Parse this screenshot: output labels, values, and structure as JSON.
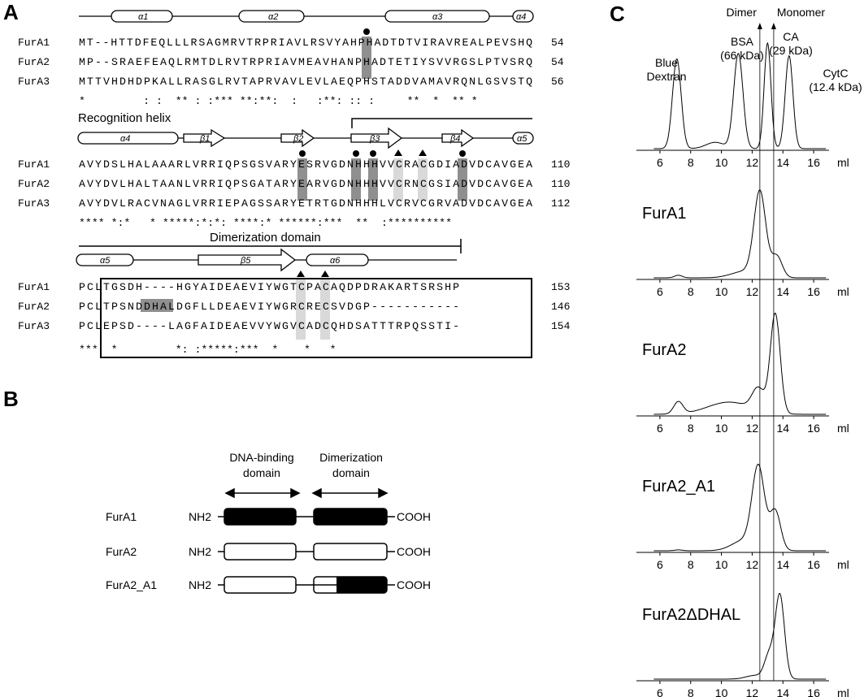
{
  "panels": {
    "a": "A",
    "b": "B",
    "c": "C"
  },
  "alignment": {
    "blocks": [
      {
        "ss": [
          "α1",
          "α2",
          "α3",
          "α4"
        ],
        "rows": [
          {
            "name": "FurA1",
            "seq": "MT--HTTDFEQLLLRSAGMRVTRPRIAVLRSVYAHPHADTDTVIRAVREALPEVSHQ",
            "num": "54"
          },
          {
            "name": "FurA2",
            "seq": "MP--SRAEFEAQLRMTDLRVTRPRIAVMEAVHANPHADTETIYSVVRGSLPTVSRQ",
            "num": "54"
          },
          {
            "name": "FurA3",
            "seq": "MTTVHDHDPKALLRASGLRVTAPRVAVLEVLAEQPHSTADDVAMAVRQNLGSVSTQ",
            "num": "56"
          }
        ],
        "cons": "*         : :  ** : :*** **:**:  :   :**: :: :     **  *  ** *"
      },
      {
        "label": "Recognition helix",
        "ss": [
          "α4",
          "β1",
          "β2",
          "β3",
          "β4",
          "α5"
        ],
        "rows": [
          {
            "name": "FurA1",
            "seq": "AVYDSLHALAAARLVRRIQPSGSVARYESRVGDNHHHVVCRACGDIADVDCAVGEA",
            "num": "110"
          },
          {
            "name": "FurA2",
            "seq": "AVYDVLHALTAANLVRRIQPSGATARYEARVGDNHHHVVCRNCGSIADVDCAVGEA",
            "num": "110"
          },
          {
            "name": "FurA3",
            "seq": "AVYDVLRACVNAGLVRRIEPAGSSARYETRTGDNHHHLVCRVCGRVADVDCAVGEA",
            "num": "112"
          }
        ],
        "cons": "**** *:*   * *****:*:*: ****:* ******:***  **  :**********"
      },
      {
        "label": "Dimerization domain",
        "ss": [
          "α5",
          "β5",
          "α6"
        ],
        "rows": [
          {
            "name": "FurA1",
            "seq": "PCLTGSDH----HGYAIDEAEVIYWGTCPACAQDPDRAKARTSRSHP",
            "num": "153"
          },
          {
            "name": "FurA2",
            "seq": "PCLTPSNDDHALDGFLLDEAEVIYWGRCRECSVDGP-----------",
            "num": "146"
          },
          {
            "name": "FurA3",
            "seq": "PCLEPSD----LAGFAIDEAEVVYWGVCADCQHDSATTTRPQSSTI-",
            "num": "154"
          }
        ],
        "cons": "***  *         *: :*****:***  *    *   *"
      }
    ]
  },
  "domains": {
    "headers": [
      "DNA-binding\ndomain",
      "Dimerization\ndomain"
    ],
    "h1a": "DNA-binding",
    "h1b": "domain",
    "h2a": "Dimerization",
    "h2b": "domain",
    "nterm": "NH2",
    "cterm": "COOH",
    "constructs": [
      "FurA1",
      "FurA2",
      "FurA2_A1"
    ]
  },
  "chart_data": {
    "type": "line",
    "xlabel": "ml",
    "xlim": [
      5,
      17
    ],
    "xticks": [
      6,
      8,
      10,
      12,
      14,
      16
    ],
    "markers": [
      {
        "name": "Dimer",
        "x": 12.5
      },
      {
        "name": "Monomer",
        "x": 13.4
      }
    ],
    "standards": [
      {
        "name": "Blue\nDextran",
        "l1": "Blue",
        "l2": "Dextran",
        "x": 7.1
      },
      {
        "name": "BSA\n(66 kDa)",
        "l1": "BSA",
        "l2": "(66 kDa)",
        "x": 11.1
      },
      {
        "name": "CA\n(29 kDa)",
        "l1": "CA",
        "l2": "(29 kDa)",
        "x": 13.0
      },
      {
        "name": "CytC\n(12.4 kDa)",
        "l1": "CytC",
        "l2": "(12.4 kDa)",
        "x": 14.4
      }
    ],
    "panels": [
      {
        "title": "",
        "peaks": [
          [
            7.1,
            0.85,
            0.28
          ],
          [
            9.6,
            0.06,
            0.6
          ],
          [
            11.1,
            0.9,
            0.3
          ],
          [
            13.0,
            1.0,
            0.22
          ],
          [
            14.4,
            0.88,
            0.25
          ]
        ]
      },
      {
        "title": "FurA1",
        "peaks": [
          [
            7.2,
            0.03,
            0.25
          ],
          [
            11.6,
            0.08,
            0.9
          ],
          [
            12.5,
            0.98,
            0.38
          ],
          [
            13.6,
            0.25,
            0.35
          ]
        ]
      },
      {
        "title": "FurA2",
        "peaks": [
          [
            7.2,
            0.12,
            0.3
          ],
          [
            10.5,
            0.12,
            1.4
          ],
          [
            12.4,
            0.22,
            0.4
          ],
          [
            13.5,
            0.98,
            0.32
          ]
        ]
      },
      {
        "title": "FurA2_A1",
        "peaks": [
          [
            7.2,
            0.01,
            0.25
          ],
          [
            11.5,
            0.12,
            0.8
          ],
          [
            12.4,
            0.92,
            0.4
          ],
          [
            13.5,
            0.45,
            0.35
          ]
        ]
      },
      {
        "title": "FurA2ΔDHAL",
        "peaks": [
          [
            12.2,
            0.04,
            0.6
          ],
          [
            13.1,
            0.25,
            0.3
          ],
          [
            13.8,
            0.9,
            0.3
          ]
        ]
      }
    ]
  }
}
